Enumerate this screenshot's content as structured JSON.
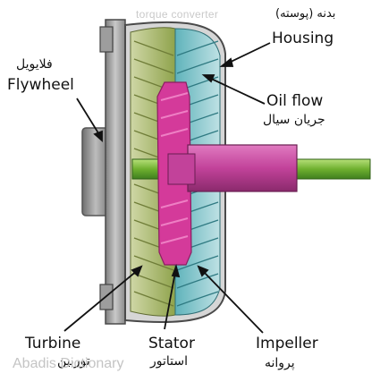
{
  "figure": {
    "title": "torque converter",
    "watermark": "Abadis Dictionary",
    "labels": {
      "housing": {
        "fa": "بدنه (پوسته)",
        "en": "Housing"
      },
      "flywheel": {
        "fa": "فلایویل",
        "en": "Flywheel"
      },
      "oil_flow": {
        "en": "Oil flow",
        "fa": "جریان سیال"
      },
      "turbine": {
        "en": "Turbine",
        "fa": "توربین"
      },
      "stator": {
        "en": "Stator",
        "fa": "استاتور"
      },
      "impeller": {
        "en": "Impeller",
        "fa": "پروانه"
      }
    },
    "colors": {
      "turbine_blades": "#a9b86a",
      "impeller_blades": "#4fa7b0",
      "stator": "#d43a9a",
      "shaft": "#7fbf3f",
      "output_shaft": "#c2429a",
      "housing": "#9a9a9a"
    }
  }
}
